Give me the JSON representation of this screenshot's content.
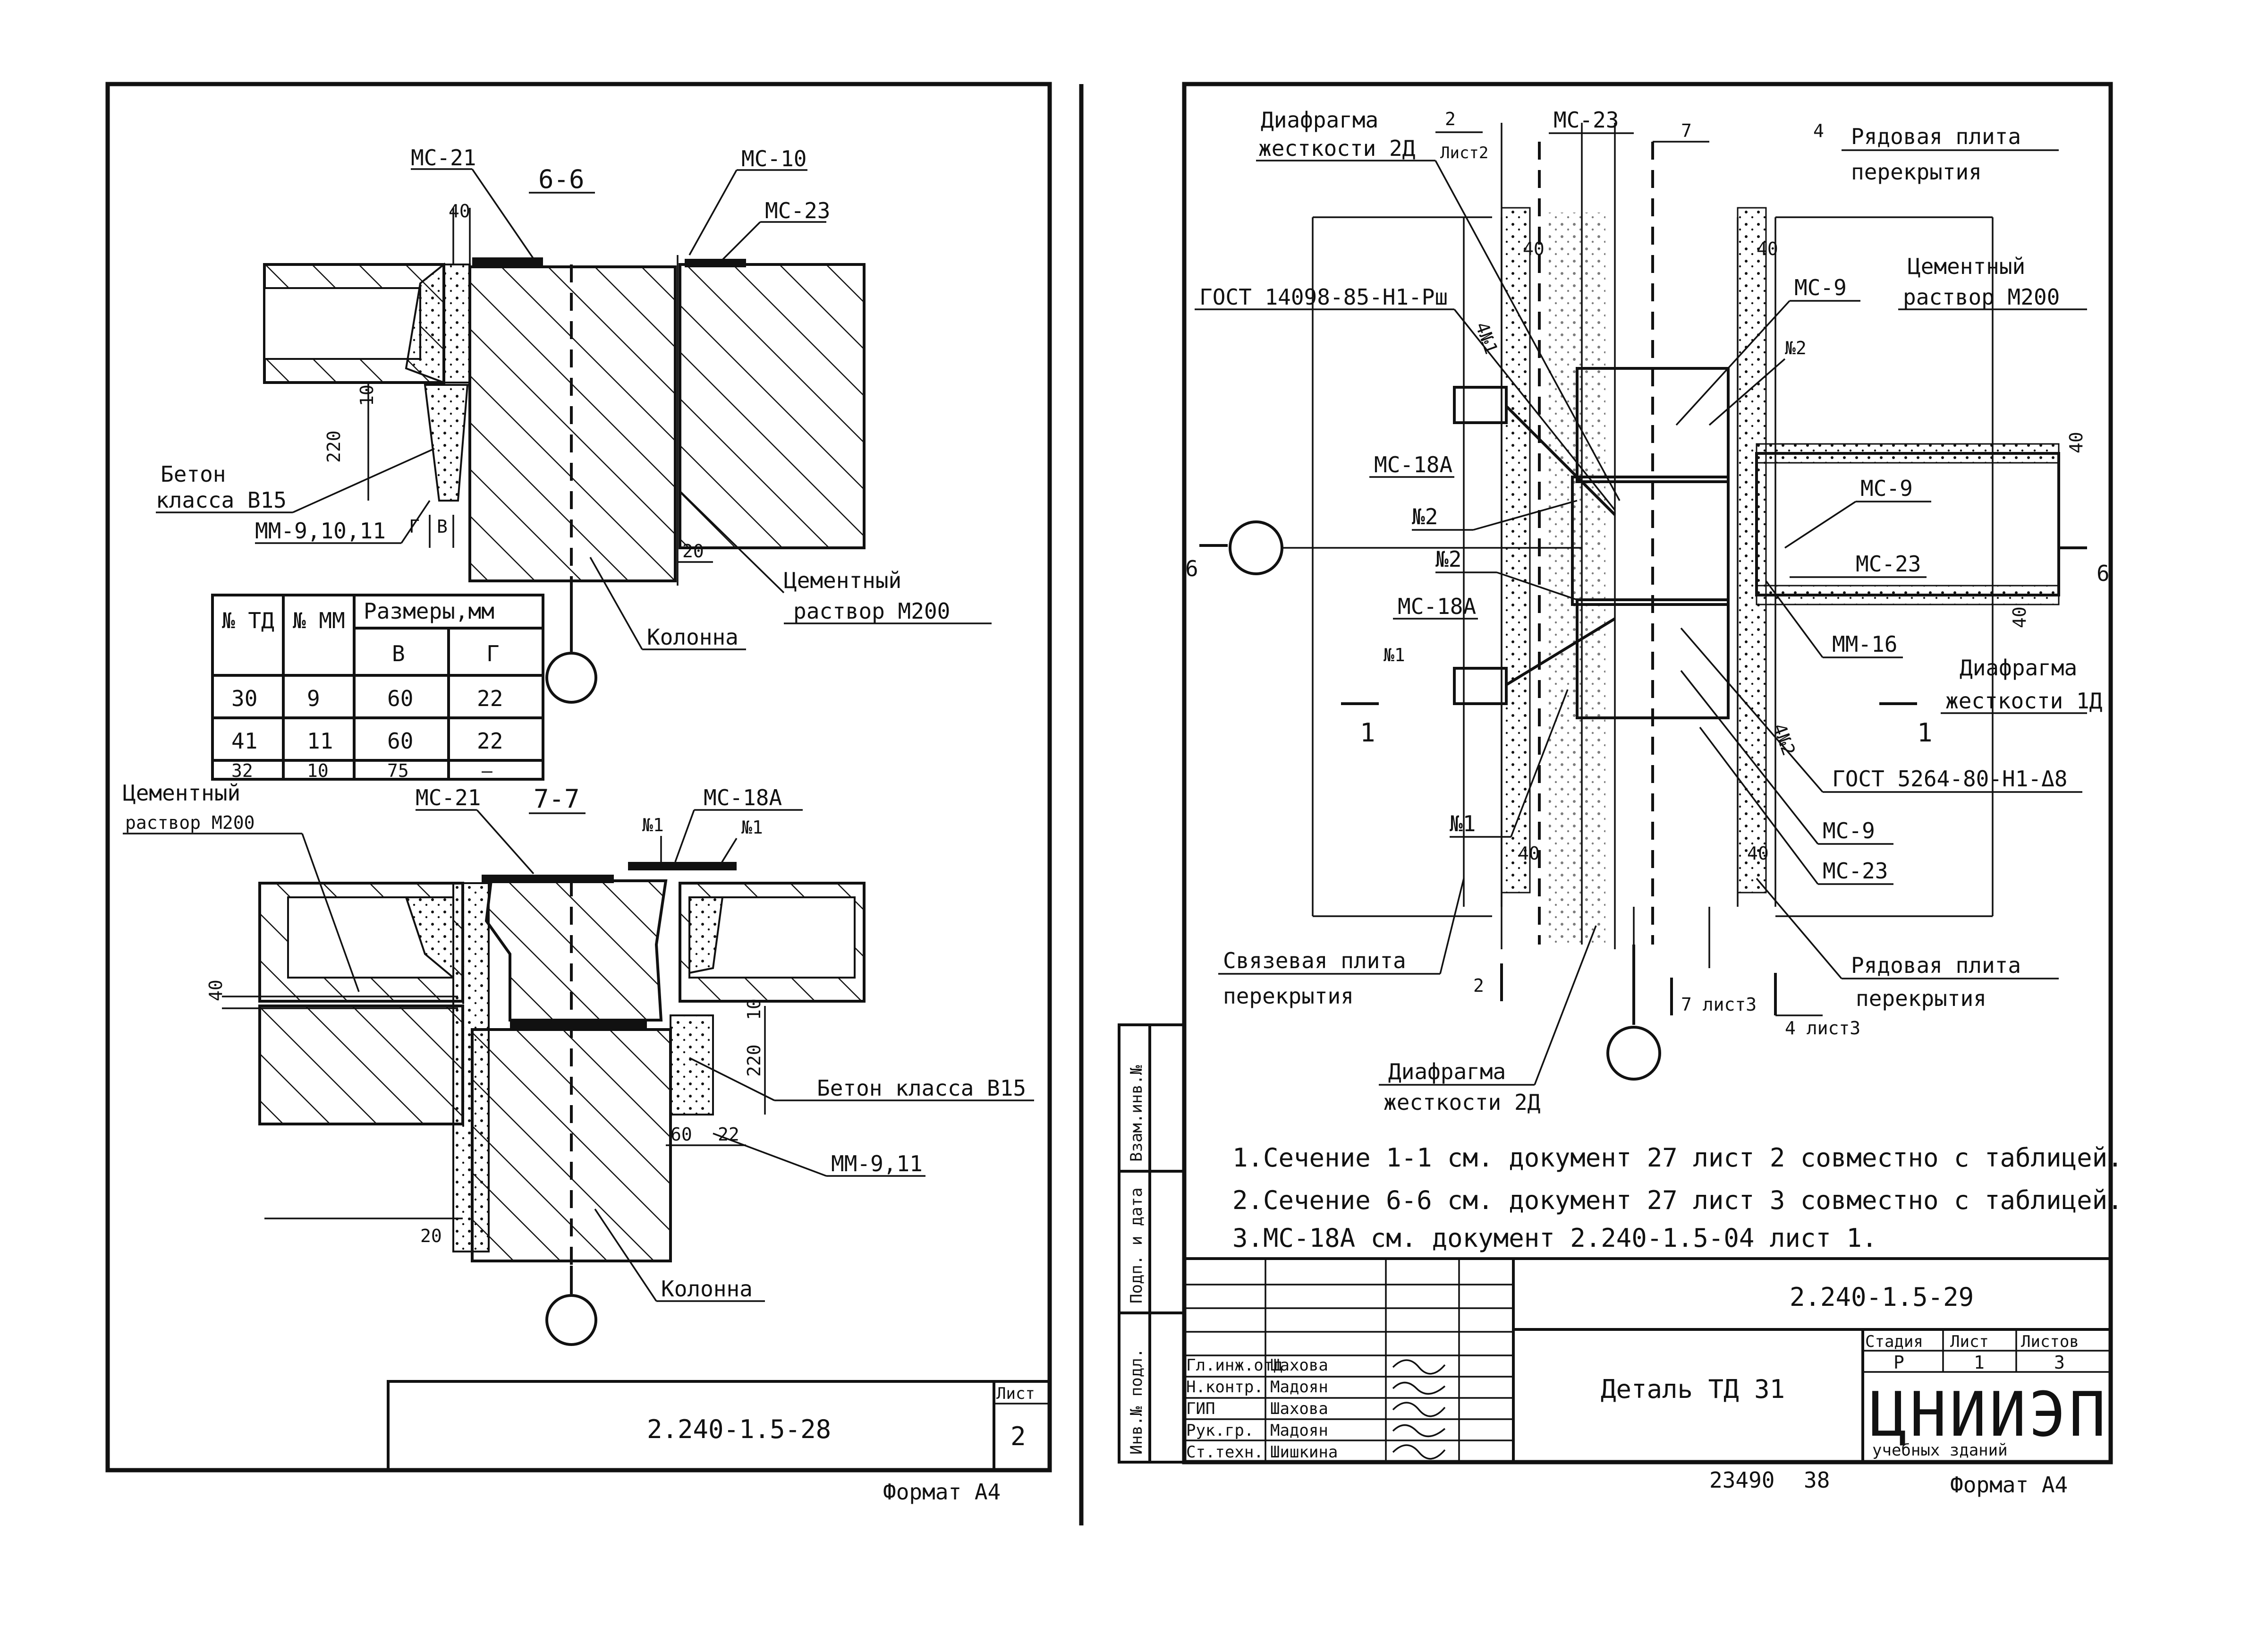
{
  "left_sheet": {
    "section_6": {
      "title": "6-6",
      "labels": {
        "ms21": "МС-21",
        "ms10": "МС-10",
        "ms23": "МС-23",
        "beton1": "Бетон",
        "beton2": "класса В15",
        "mm": "ММ-9,10,11",
        "cement1": "Цементный",
        "cement2": "раствор М200",
        "column": "Колонна",
        "dim40": "40",
        "dim220": "220",
        "dim10": "10",
        "dim20": "20",
        "mark_g": "Г",
        "mark_v": "В"
      }
    },
    "table": {
      "headers": [
        "№ ТД",
        "№ ММ",
        "Размеры,мм"
      ],
      "sub_headers": [
        "В",
        "Г"
      ],
      "rows": [
        [
          "30",
          "9",
          "60",
          "22"
        ],
        [
          "41",
          "11",
          "60",
          "22"
        ],
        [
          "32",
          "10",
          "75",
          "—"
        ]
      ]
    },
    "section_7": {
      "title": "7-7",
      "labels": {
        "cement1": "Цементный",
        "cement2": "раствор М200",
        "ms21": "МС-21",
        "ms18a": "МС-18А",
        "n1a": "№1",
        "n1b": "№1",
        "beton": "Бетон класса В15",
        "mm": "ММ-9,11",
        "column": "Колонна",
        "dim40": "40",
        "dim220": "220",
        "dim10": "10",
        "dim60": "60",
        "dim22": "22",
        "dim20": "20"
      }
    },
    "title_block": {
      "sheet_label": "Лист",
      "code": "2.240-1.5-28",
      "sheet_no": "2"
    },
    "format": "Формат А4"
  },
  "right_sheet": {
    "labels": {
      "diaf_2d_1": "Диафрагма",
      "diaf_2d_2": "жесткости 2Д",
      "ref2": "2",
      "ref2_sheet": "Лист2",
      "ms23_top": "МС-23",
      "ref7": "7",
      "ref4": "4",
      "plate1": "Рядовая плита",
      "plate2": "перекрытия",
      "gost1": "ГОСТ 14098-85-Н1-Рш",
      "ms9_top": "МС-9",
      "n2_top": "№2",
      "dim40a": "40",
      "dim40b": "40",
      "dim4n1": "4№1",
      "cement1": "Цементный",
      "cement2": "раствор М200",
      "ms18a_1": "МС-18А",
      "n2_a": "№2",
      "n2_b": "№2",
      "ms18a_2": "МС-18А",
      "n1_box": "№1",
      "ms9_mid": "МС-9",
      "ms23_mid": "МС-23",
      "mm16": "ММ-16",
      "cut6l": "6",
      "cut6r": "6",
      "dim40r": "40",
      "dim40r2": "40",
      "diaf1d_1": "Диафрагма",
      "diaf1d_2": "жесткости 1Д",
      "cut1l": "1",
      "cut1r": "1",
      "dim4n2": "4№2",
      "gost2": "ГОСТ 5264-80-Н1-Δ8",
      "n1_low": "№1",
      "ms9_low": "МС-9",
      "ms23_low": "МС-23",
      "dim40c": "40",
      "dim40d": "40",
      "sv1": "Связевая плита",
      "sv2": "перекрытия",
      "plate3": "Рядовая плита",
      "plate4": "перекрытия",
      "diaf_b1": "Диафрагма",
      "diaf_b2": "жесткости 2Д",
      "cut2": "2",
      "cut7": "7 лист3",
      "cut4": "4 лист3"
    },
    "notes": [
      "1.Сечение 1-1 см. документ 27 лист 2 совместно с таблицей.",
      "2.Сечение 6-6 см. документ 27 лист 3 совместно с таблицей.",
      "3.МС-18А см. документ 2.240-1.5-04 лист 1."
    ],
    "side_stamp": [
      "Взам.инв.№",
      "Подп. и дата",
      "Инв.№ подл."
    ],
    "title_block": {
      "code": "2.240-1.5-29",
      "title": "Деталь ТД 31",
      "signatures": [
        {
          "role": "Гл.инж.отд",
          "name": "Шахова"
        },
        {
          "role": "Н.контр.",
          "name": "Мадоян"
        },
        {
          "role": "ГИП",
          "name": "Шахова"
        },
        {
          "role": "Рук.гр.",
          "name": "Мадоян"
        },
        {
          "role": "Ст.техн.",
          "name": "Шишкина"
        }
      ],
      "stage_label": "Стадия",
      "sheet_label": "Лист",
      "sheets_label": "Листов",
      "stage": "Р",
      "sheet": "1",
      "sheets": "3",
      "org": "ЦНИИЭП",
      "org_sub": "учебных зданий"
    },
    "inventory": "23490",
    "inventory_sheet": "38",
    "format": "Формат А4"
  }
}
